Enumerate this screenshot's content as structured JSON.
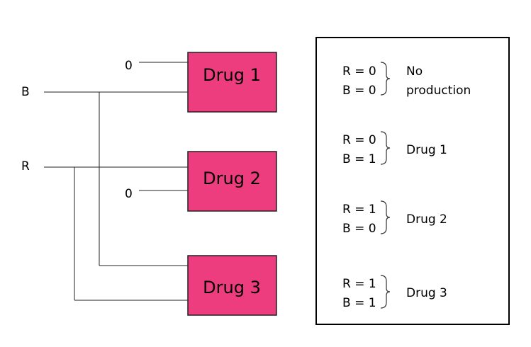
{
  "inputs": {
    "b_label": "B",
    "r_label": "R",
    "zero_top": "0",
    "zero_mid": "0"
  },
  "boxes": [
    {
      "label": "Drug 1"
    },
    {
      "label": "Drug 2"
    },
    {
      "label": "Drug 3"
    }
  ],
  "legend": [
    {
      "r": "R = 0",
      "b": "B = 0",
      "result_line1": "No",
      "result_line2": "production"
    },
    {
      "r": "R = 0",
      "b": "B = 1",
      "result_line1": "Drug 1",
      "result_line2": ""
    },
    {
      "r": "R = 1",
      "b": "B = 0",
      "result_line1": "Drug 2",
      "result_line2": ""
    },
    {
      "r": "R = 1",
      "b": "B = 1",
      "result_line1": "Drug 3",
      "result_line2": ""
    }
  ],
  "colors": {
    "box_fill": "#ee3d7f",
    "frame": "#000000"
  }
}
